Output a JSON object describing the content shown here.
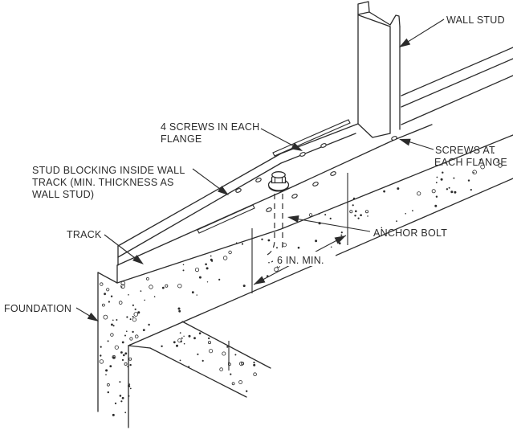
{
  "diagram": {
    "kind": "construction-detail-isometric",
    "colors": {
      "line": "#2b2b2b",
      "background": "#ffffff"
    },
    "labels": {
      "wall_stud": {
        "lines": [
          "WALL STUD"
        ]
      },
      "four_screws": {
        "lines": [
          "4 SCREWS IN EACH",
          "FLANGE"
        ]
      },
      "screws_at_each_flange": {
        "lines": [
          "SCREWS AT",
          "EACH FLANGE"
        ]
      },
      "stud_blocking": {
        "lines": [
          "STUD BLOCKING INSIDE WALL",
          "TRACK (MIN. THICKNESS AS",
          "WALL STUD)"
        ]
      },
      "track": {
        "lines": [
          "TRACK"
        ]
      },
      "anchor_bolt": {
        "lines": [
          "ANCHOR BOLT"
        ]
      },
      "dimension": {
        "lines": [
          "6 IN. MIN."
        ]
      },
      "foundation": {
        "lines": [
          "FOUNDATION"
        ]
      }
    }
  }
}
